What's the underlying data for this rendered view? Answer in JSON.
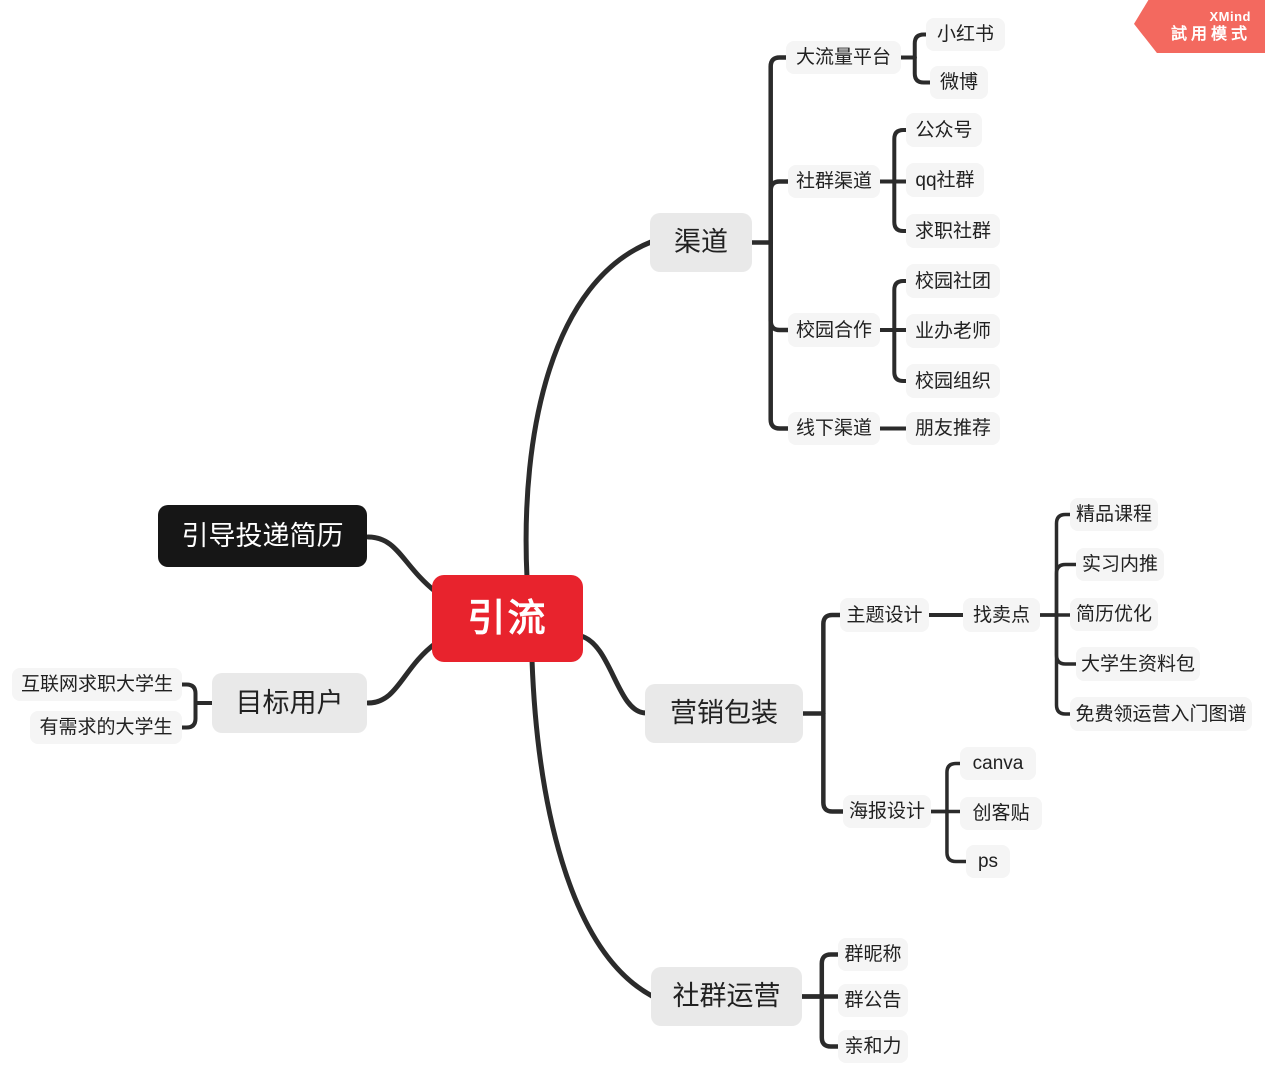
{
  "badge": {
    "brand": "XMind",
    "mode": "試用模式"
  },
  "colors": {
    "accent_red": "#e8232d",
    "badge_coral": "#f3695f",
    "node_black": "#161616",
    "node_gray": "#e9e9e9",
    "node_light_gray": "#f5f5f5",
    "line": "#2b2b2b",
    "background": "#ffffff"
  },
  "mindmap": {
    "root": {
      "label": "引流"
    },
    "left": [
      {
        "label": "引导投递简历"
      },
      {
        "label": "目标用户",
        "children": [
          {
            "label": "互联网求职大学生"
          },
          {
            "label": "有需求的大学生"
          }
        ]
      }
    ],
    "right": [
      {
        "label": "渠道",
        "children": [
          {
            "label": "大流量平台",
            "children": [
              {
                "label": "小红书"
              },
              {
                "label": "微博"
              }
            ]
          },
          {
            "label": "社群渠道",
            "children": [
              {
                "label": "公众号"
              },
              {
                "label": "qq社群"
              },
              {
                "label": "求职社群"
              }
            ]
          },
          {
            "label": "校园合作",
            "children": [
              {
                "label": "校园社团"
              },
              {
                "label": "业办老师"
              },
              {
                "label": "校园组织"
              }
            ]
          },
          {
            "label": "线下渠道",
            "children": [
              {
                "label": "朋友推荐"
              }
            ]
          }
        ]
      },
      {
        "label": "营销包装",
        "children": [
          {
            "label": "主题设计",
            "children": [
              {
                "label": "找卖点",
                "children": [
                  {
                    "label": "精品课程"
                  },
                  {
                    "label": "实习内推"
                  },
                  {
                    "label": "简历优化"
                  },
                  {
                    "label": "大学生资料包"
                  },
                  {
                    "label": "免费领运营入门图谱"
                  }
                ]
              }
            ]
          },
          {
            "label": "海报设计",
            "children": [
              {
                "label": "canva"
              },
              {
                "label": "创客贴"
              },
              {
                "label": "ps"
              }
            ]
          }
        ]
      },
      {
        "label": "社群运营",
        "children": [
          {
            "label": "群昵称"
          },
          {
            "label": "群公告"
          },
          {
            "label": "亲和力"
          }
        ]
      }
    ]
  }
}
